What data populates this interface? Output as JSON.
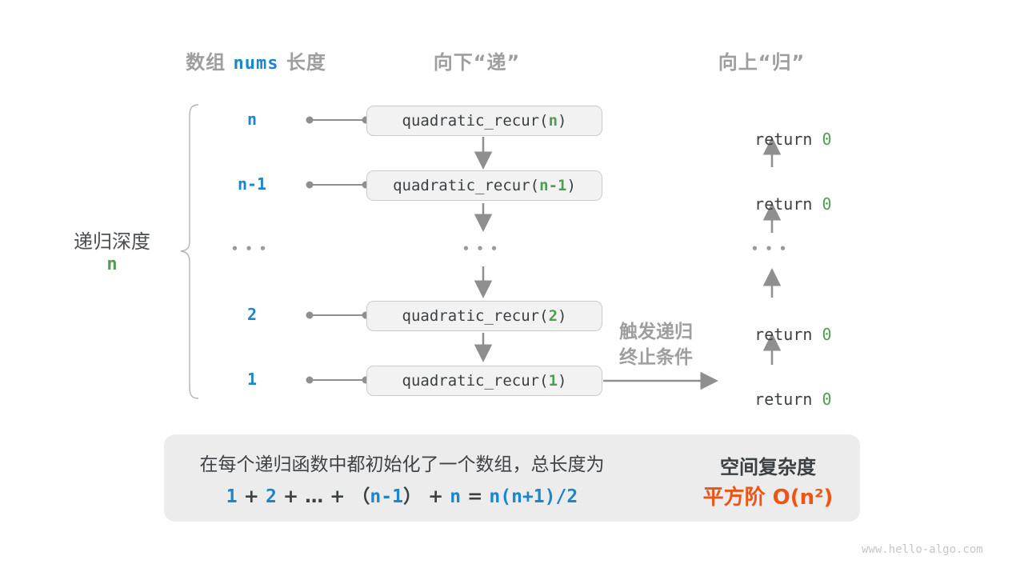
{
  "headers": {
    "left_prefix": "数组",
    "left_code": "nums",
    "left_suffix": "长度",
    "middle": "向下“递”",
    "right": "向上“归”"
  },
  "depth": {
    "label": "递归深度",
    "value": "n"
  },
  "call": {
    "prefix": "quadratic_recur(",
    "suffix": ")"
  },
  "ret": {
    "keyword": "return ",
    "value": "0"
  },
  "rows": [
    {
      "label": "n",
      "arg": "n"
    },
    {
      "label": "n-1",
      "arg": "n-1"
    },
    {
      "label": "•••"
    },
    {
      "label": "2",
      "arg": "2"
    },
    {
      "label": "1",
      "arg": "1"
    }
  ],
  "ellipsis": "•••",
  "base_case_note": {
    "line1": "触发递归",
    "line2": "终止条件"
  },
  "summary": {
    "line1": "在每个递归函数中都初始化了一个数组，总长度为",
    "formula_segments": [
      {
        "t": "1",
        "c": "blue"
      },
      {
        "t": " + ",
        "c": "dark"
      },
      {
        "t": "2",
        "c": "blue"
      },
      {
        "t": " + ",
        "c": "dark"
      },
      {
        "t": "… + ",
        "c": "dark"
      },
      {
        "t": "（",
        "c": "dark"
      },
      {
        "t": "n-1",
        "c": "blue"
      },
      {
        "t": "）",
        "c": "dark"
      },
      {
        "t": " + ",
        "c": "dark"
      },
      {
        "t": "n",
        "c": "blue"
      },
      {
        "t": " = ",
        "c": "dark"
      },
      {
        "t": "n(n+1)/2",
        "c": "blue"
      }
    ],
    "result_title": "空间复杂度",
    "result_value": "平方阶 O(n²)"
  },
  "watermark": "www.hello-algo.com",
  "colors": {
    "blue": "#1a86cd",
    "green": "#4f9d55",
    "orange": "#ee5514",
    "gray_heading": "#9e9e9e",
    "dark_text": "#3b4043",
    "box_fill": "#f2f2f2",
    "summary_fill": "#ececec"
  }
}
